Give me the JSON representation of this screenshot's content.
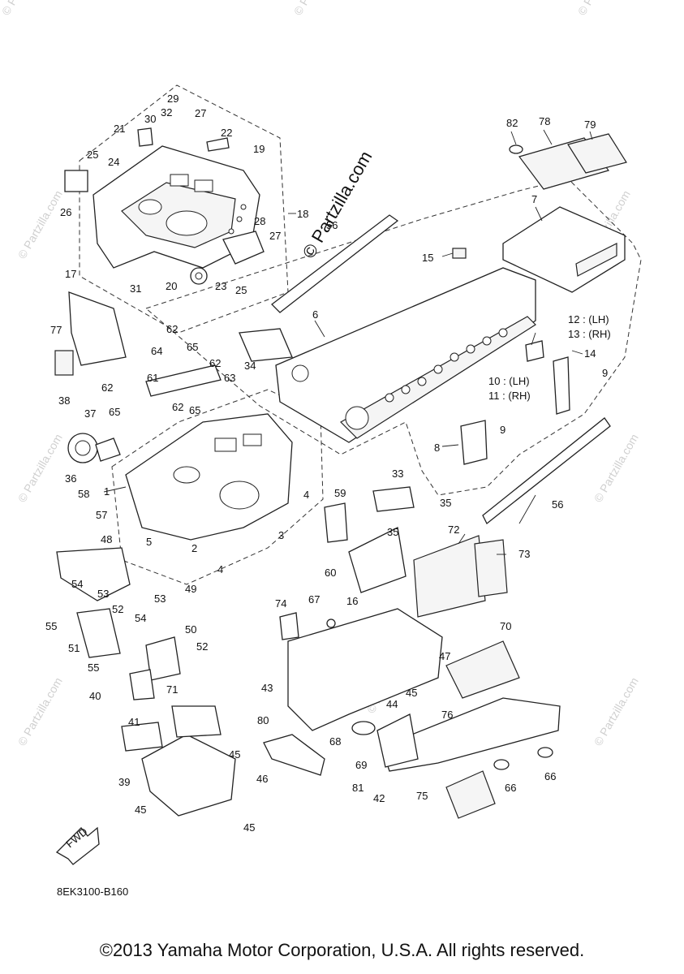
{
  "diagram_code": "8EK3100-B160",
  "copyright": "©2013 Yamaha Motor Corporation, U.S.A. All rights reserved.",
  "watermark_main": "© Partzilla.com",
  "watermark_faint": "© Partzilla.com",
  "fwd_label": "FWD",
  "callouts": {
    "c1": "1",
    "c2": "2",
    "c3": "3",
    "c4a": "4",
    "c4b": "4",
    "c5": "5",
    "c6": "6",
    "c7": "7",
    "c8": "8",
    "c9a": "9",
    "c9b": "9",
    "c10": "10 : (LH)",
    "c11": "11 : (RH)",
    "c12": "12 : (LH)",
    "c13": "13 : (RH)",
    "c14": "14",
    "c15": "15",
    "c16": "16",
    "c17": "17",
    "c18": "18",
    "c19": "19",
    "c20": "20",
    "c21": "21",
    "c22": "22",
    "c23": "23",
    "c24": "24",
    "c25a": "25",
    "c25b": "25",
    "c26": "26",
    "c27a": "27",
    "c27b": "27",
    "c28": "28",
    "c29": "29",
    "c30": "30",
    "c31": "31",
    "c32": "32",
    "c33": "33",
    "c34": "34",
    "c35a": "35",
    "c35b": "35",
    "c36": "36",
    "c37": "37",
    "c38": "38",
    "c39": "39",
    "c40": "40",
    "c41": "41",
    "c42": "42",
    "c43": "43",
    "c44": "44",
    "c45a": "45",
    "c45b": "45",
    "c45c": "45",
    "c45d": "45",
    "c46": "46",
    "c47": "47",
    "c48": "48",
    "c49": "49",
    "c50": "50",
    "c51": "51",
    "c52a": "52",
    "c52b": "52",
    "c53a": "53",
    "c53b": "53",
    "c54a": "54",
    "c54b": "54",
    "c55a": "55",
    "c55b": "55",
    "c56a": "56",
    "c56b": "56",
    "c57": "57",
    "c58": "58",
    "c59": "59",
    "c60": "60",
    "c61": "61",
    "c62a": "62",
    "c62b": "62",
    "c62c": "62",
    "c62d": "62",
    "c63": "63",
    "c64": "64",
    "c65a": "65",
    "c65b": "65",
    "c65c": "65",
    "c66a": "66",
    "c66b": "66",
    "c67": "67",
    "c68": "68",
    "c69": "69",
    "c70": "70",
    "c71": "71",
    "c72": "72",
    "c73": "73",
    "c74": "74",
    "c75": "75",
    "c76": "76",
    "c77": "77",
    "c78": "78",
    "c79": "79",
    "c80": "80",
    "c81": "81",
    "c82": "82"
  }
}
